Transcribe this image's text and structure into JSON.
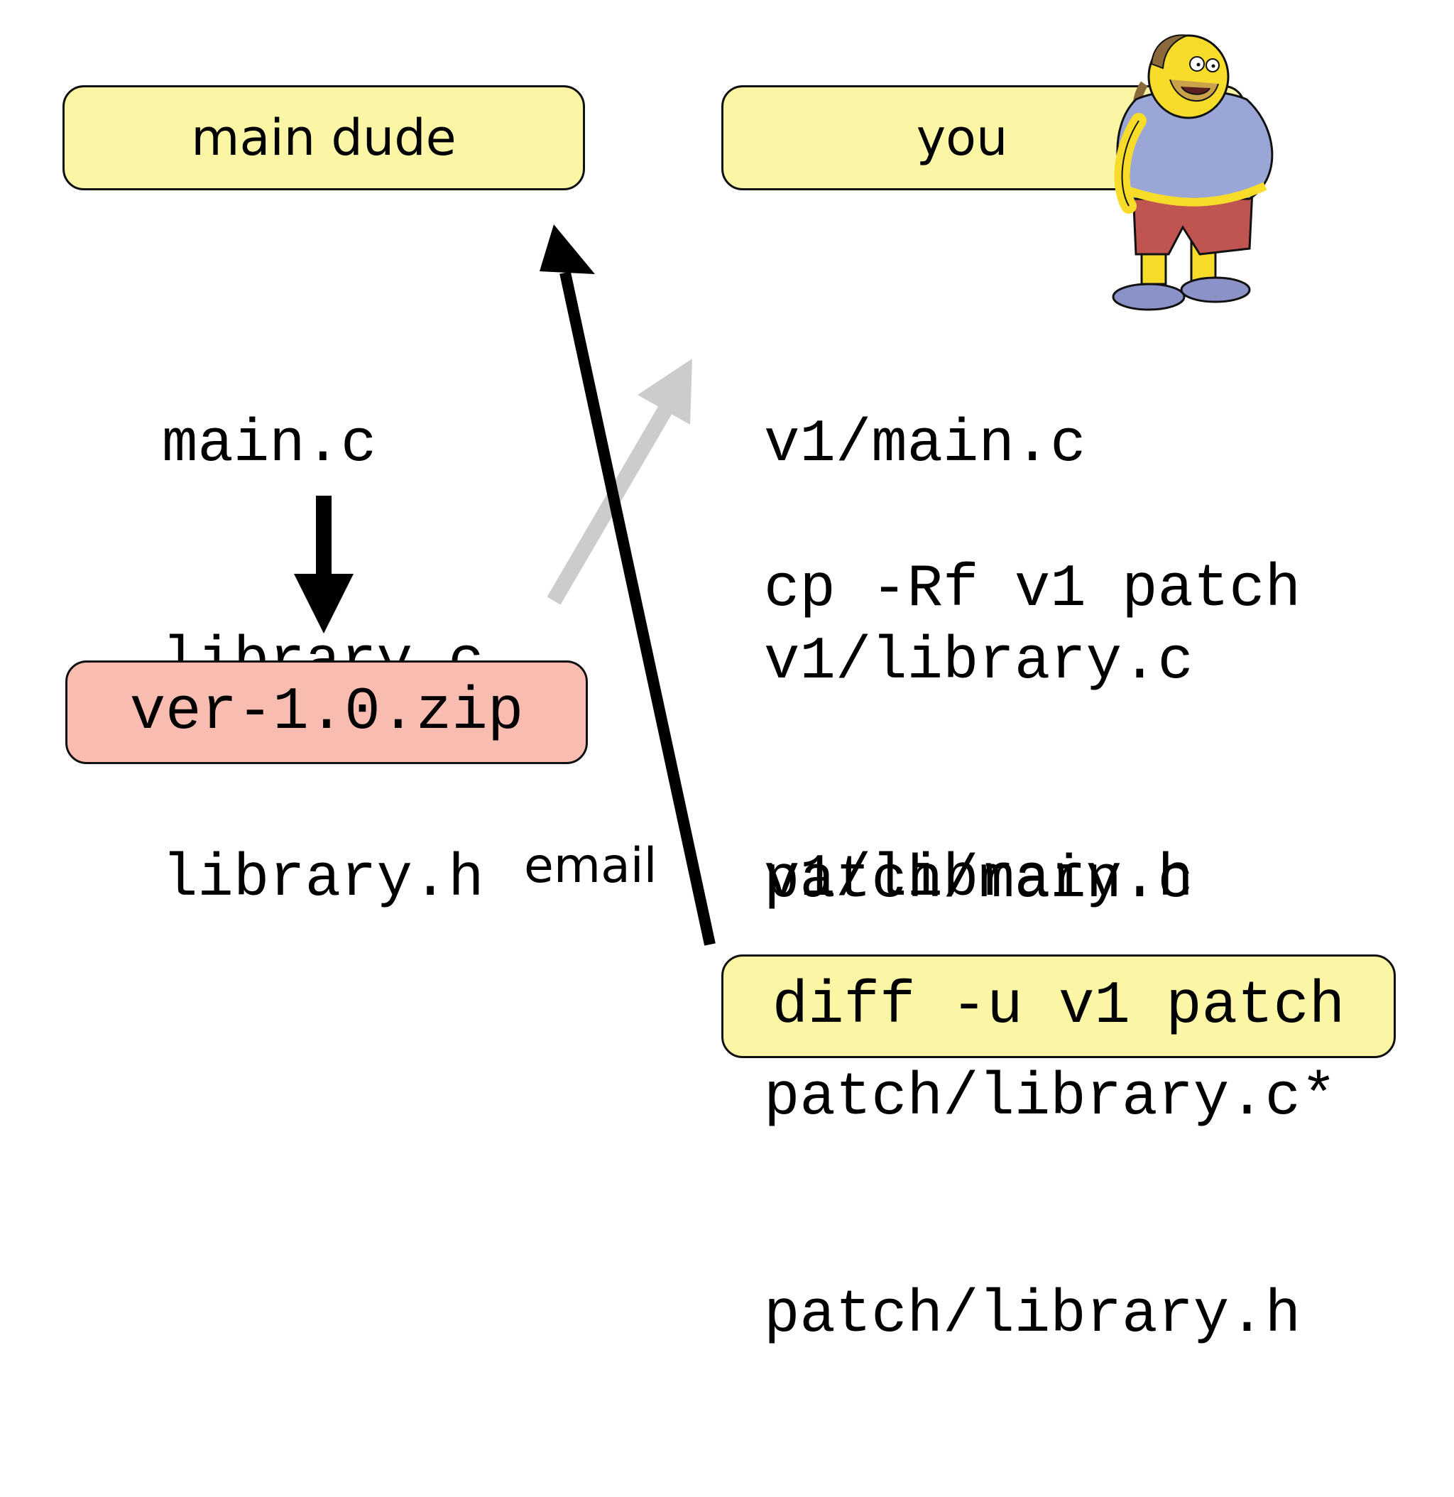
{
  "boxes": {
    "main_dude": "main dude",
    "you": "you",
    "zip": "ver-1.0.zip",
    "diff": "diff -u v1 patch"
  },
  "left_files": [
    "main.c",
    "library.c",
    "library.h"
  ],
  "v1_files": [
    "v1/main.c",
    "v1/library.c",
    "v1/library.h"
  ],
  "copy_command": "cp -Rf v1 patch",
  "patch_files": [
    "patch/main.c",
    "patch/library.c*",
    "patch/library.h"
  ],
  "email_label": "email",
  "colors": {
    "yellow_box": "#fbf5a6",
    "pink_box": "#f8bcb0",
    "black_arrow": "#000000",
    "gray_arrow": "#cccccc"
  }
}
